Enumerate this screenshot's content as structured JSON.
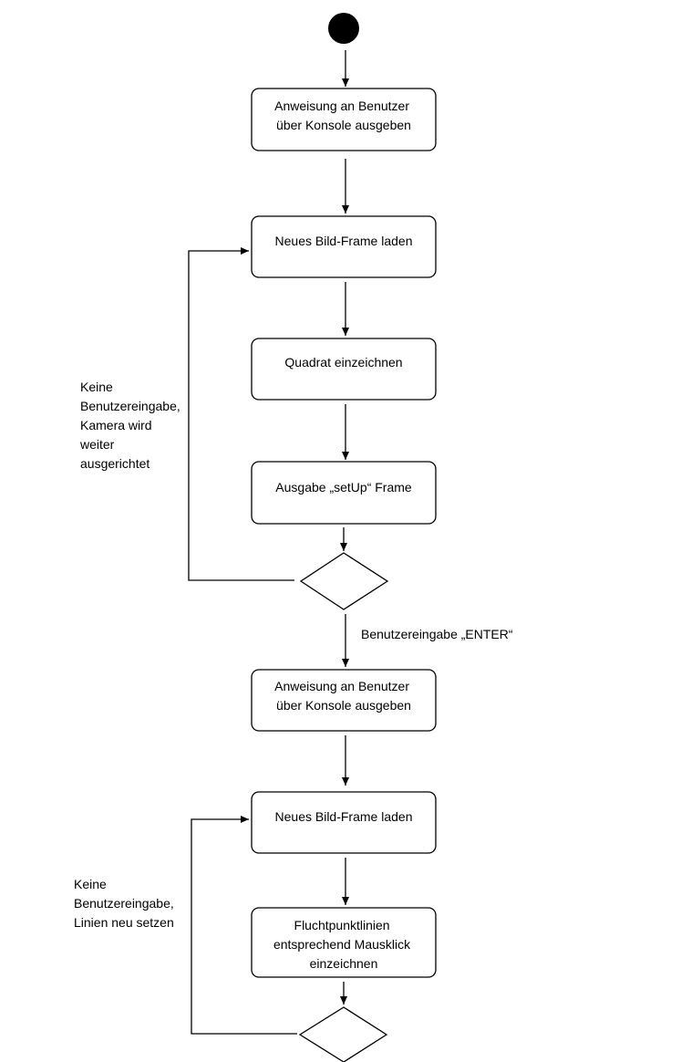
{
  "nodes": {
    "instruct_1": {
      "lines": [
        "Anweisung an Benutzer",
        "über Konsole ausgeben"
      ]
    },
    "load_frame_1": {
      "lines": [
        "Neues Bild-Frame laden"
      ]
    },
    "draw_square": {
      "lines": [
        "Quadrat einzeichnen"
      ]
    },
    "output_setup": {
      "lines": [
        "Ausgabe „setUp“ Frame"
      ]
    },
    "instruct_2": {
      "lines": [
        "Anweisung an Benutzer",
        "über Konsole ausgeben"
      ]
    },
    "load_frame_2": {
      "lines": [
        "Neues Bild-Frame laden"
      ]
    },
    "draw_vanishing": {
      "lines": [
        "Fluchtpunktlinien",
        "entsprechend Mausklick",
        "einzeichnen"
      ]
    }
  },
  "edge_labels": {
    "loop_1": {
      "lines": [
        "Keine",
        "Benutzereingabe,",
        "Kamera wird",
        "weiter",
        "ausgerichtet"
      ]
    },
    "enter": {
      "lines": [
        "Benutzereingabe „ENTER“"
      ]
    },
    "loop_2": {
      "lines": [
        "Keine",
        "Benutzereingabe,",
        "Linien neu setzen"
      ]
    }
  }
}
